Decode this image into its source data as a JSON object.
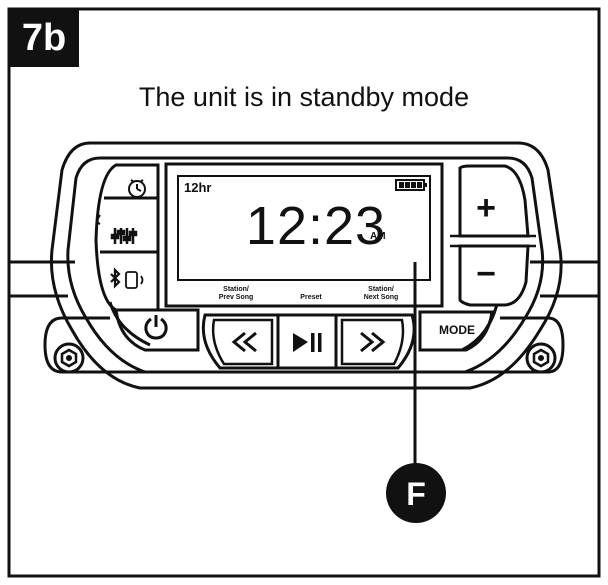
{
  "step": {
    "label": "7b"
  },
  "caption": "The unit is in standby mode",
  "display": {
    "mode_12hr": "12hr",
    "time": "12:23",
    "meridiem": "AM",
    "labels": {
      "prev": [
        "Station/",
        "Prev Song"
      ],
      "preset": "Preset",
      "next": [
        "Station/",
        "Next Song"
      ]
    }
  },
  "buttons": {
    "mode": "MODE",
    "plus": "+",
    "minus": "−"
  },
  "callout": {
    "label": "F"
  },
  "icons": {
    "clock": "clock-icon",
    "eq": "equalizer-icon",
    "bluetooth": "bluetooth-icon",
    "power": "power-icon",
    "rewind": "rewind-icon",
    "play_pause": "play-pause-icon",
    "forward": "fast-forward-icon",
    "battery": "battery-icon"
  },
  "colors": {
    "ink": "#111111",
    "screen": "#ffffff"
  }
}
